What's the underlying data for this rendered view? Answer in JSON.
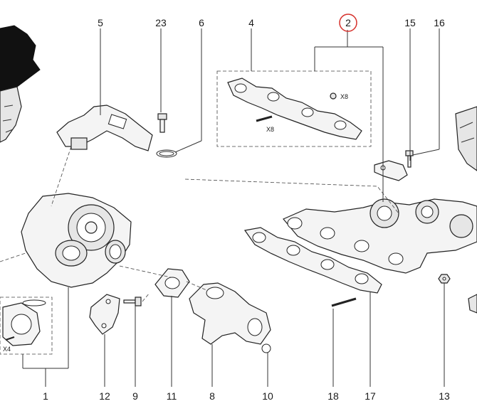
{
  "callouts": {
    "c1": "1",
    "c2": "2",
    "c4": "4",
    "c5": "5",
    "c6": "6",
    "c8": "8",
    "c9": "9",
    "c10": "10",
    "c11": "11",
    "c12": "12",
    "c13": "13",
    "c15": "15",
    "c16": "16",
    "c17": "17",
    "c18": "18",
    "c23": "23"
  },
  "quantities": {
    "nuts_x8": "X8",
    "studs_x8": "X8",
    "studs_x4": "X4"
  },
  "colors": {
    "highlight_circle": "#d6312c",
    "line": "#333333",
    "part_fill": "#f4f4f4",
    "engine_fill": "#111111"
  }
}
